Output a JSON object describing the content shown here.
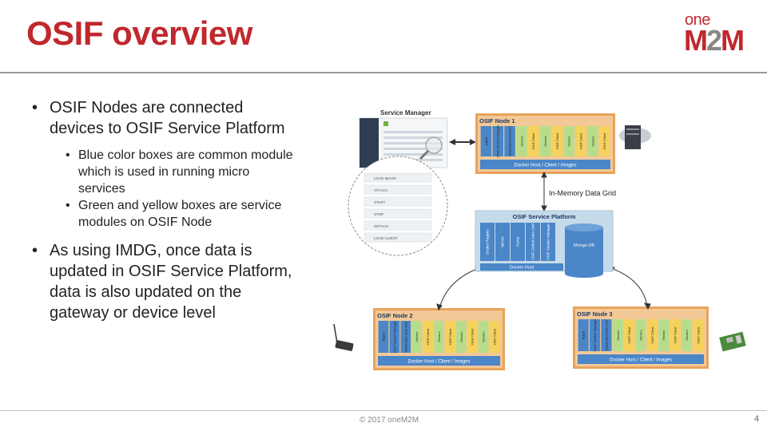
{
  "slide": {
    "title": "OSIF overview",
    "logo": {
      "one": "one",
      "m": "M",
      "two": "2",
      "m2": "M"
    },
    "bullets": [
      {
        "text": "OSIF Nodes are connected devices to OSIF Service Platform",
        "sub": [
          "Blue color boxes are common module which is used in running micro services",
          "Green and yellow boxes are service modules on OSIF Node"
        ]
      },
      {
        "text": "As using IMDG, once data is updated in OSIF Service Platform, data is also updated on the gateway or device level",
        "sub": []
      }
    ],
    "footer": {
      "copyright": "© 2017 oneM2M",
      "page": "4"
    }
  },
  "diagram": {
    "service_manager": {
      "title": "Service Manager",
      "menu": [
        "LOAD IMAGE",
        "ATTACH",
        "START",
        "STOP",
        "DETACH",
        "LOAD CLIENT"
      ]
    },
    "imdg_label": "In-Memory Data Grid",
    "nodes": [
      {
        "title": "OSIF Node 1",
        "modules": [
          "Agent",
          "OSIF Service Manager",
          "Distributed Data Grid",
          "Service",
          "OSIF Client",
          "Service",
          "OSIF Client",
          "Service",
          "OSIF Client",
          "Service",
          "OSIF Client"
        ],
        "base": "Docker Host / Client / Images"
      },
      {
        "title": "OSIF Node 2",
        "modules": [
          "Agent",
          "OSIF Service Manager",
          "Distributed Data Grid",
          "Service",
          "OSIF Client",
          "Service",
          "OSIF Client",
          "Service",
          "OSIF Client",
          "Service",
          "OSIF Client"
        ],
        "base": "Docker Host / Client / Images"
      },
      {
        "title": "OSIF Node 3",
        "modules": [
          "Agent",
          "OSIF Service Manager",
          "Distributed Data Grid",
          "Service",
          "OSIF Client",
          "Service",
          "OSIF Client",
          "Service",
          "OSIF Client",
          "Service",
          "OSIF Client"
        ],
        "base": "Docker Host / Client / Images"
      }
    ],
    "platform": {
      "title": "OSIF Service Platform",
      "modules": [
        "Docker Registry",
        "MEAN",
        "Portal",
        "OSIF Global Data Grid",
        "OSIF Service Manager"
      ],
      "db": "Mongo DB",
      "base": "Docker Host"
    },
    "colors": {
      "green": "#b7dd8a",
      "yellow": "#f5d25c",
      "blue": "#4a86c8",
      "orange": "#e9a35a",
      "panel": "#d8e6f1"
    }
  }
}
